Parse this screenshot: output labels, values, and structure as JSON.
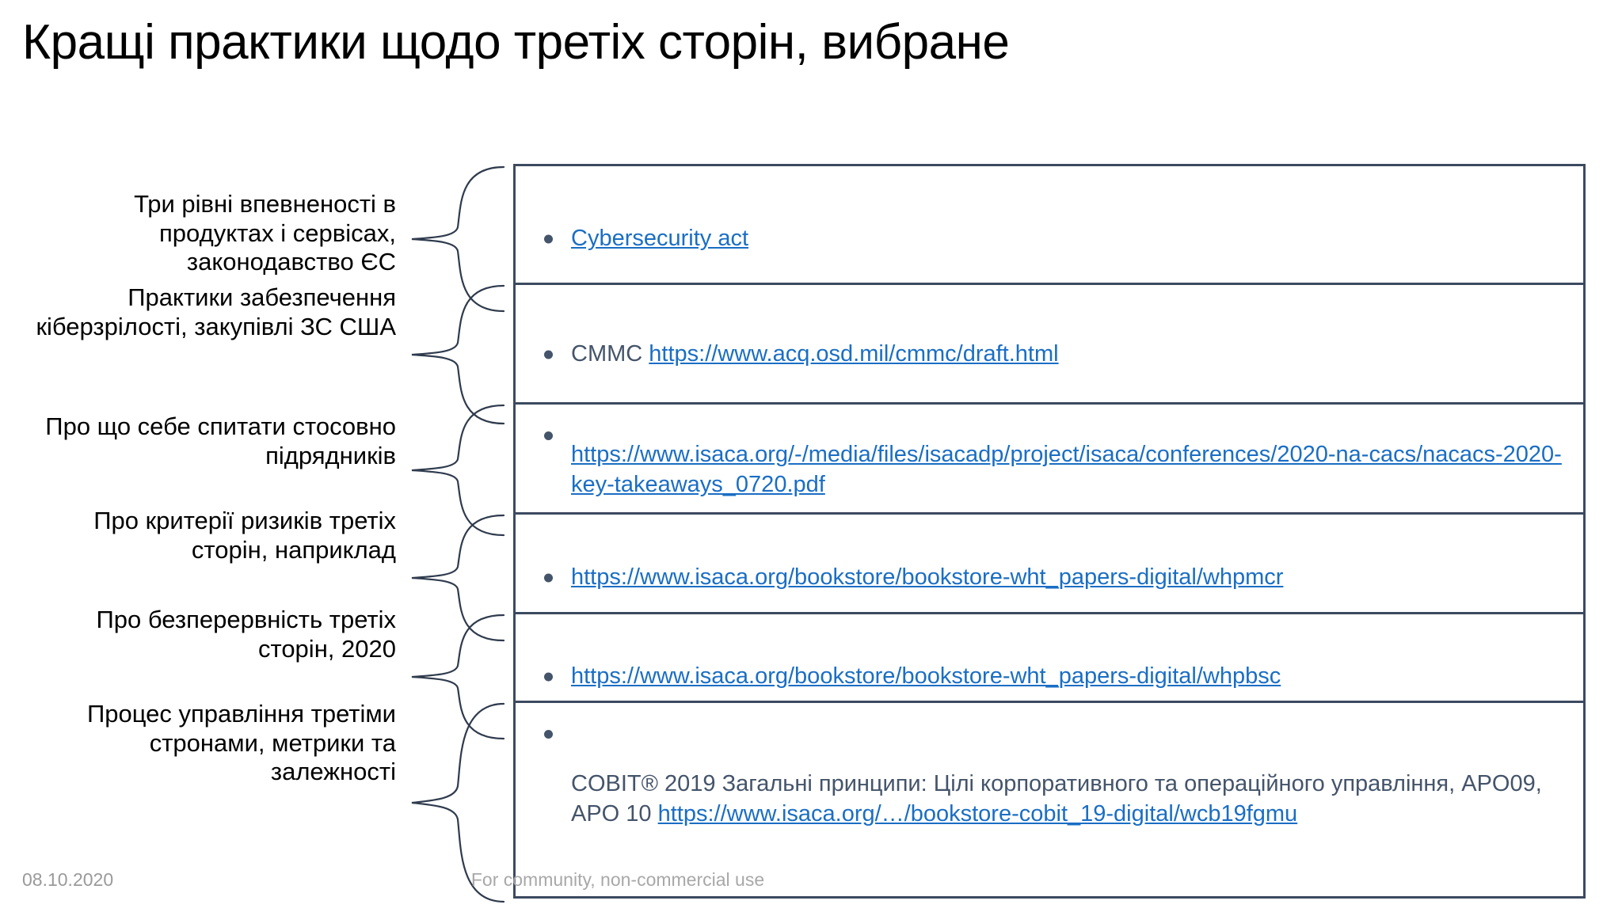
{
  "slide": {
    "title": "Кращі практики щодо третіх сторін, вибране",
    "accent_border_color": "#3c4a60",
    "link_color": "#1a6ec4",
    "body_text_color": "#44546a"
  },
  "rows": [
    {
      "caption": "Три рівні впевненості в продуктах і сервісах, законодавство ЄС",
      "items": [
        {
          "prefix": "",
          "link": "Cybersecurity act",
          "suffix": ""
        }
      ]
    },
    {
      "caption": "Практики забезпечення кіберзрілості, закупівлі ЗС США",
      "items": [
        {
          "prefix": "CMMC ",
          "link": "https://www.acq.osd.mil/cmmc/draft.html",
          "suffix": ""
        }
      ]
    },
    {
      "caption": "Про що себе спитати стосовно підрядників",
      "items": [
        {
          "prefix": "",
          "link": "https://www.isaca.org/-/media/files/isacadp/project/isaca/conferences/2020-na-cacs/nacacs-2020-key-takeaways_0720.pdf",
          "suffix": ""
        }
      ]
    },
    {
      "caption": "Про критерії ризиків третіх сторін, наприклад",
      "items": [
        {
          "prefix": "",
          "link": "https://www.isaca.org/bookstore/bookstore-wht_papers-digital/whpmcr",
          "suffix": ""
        }
      ]
    },
    {
      "caption": "Про безперервність третіх сторін, 2020",
      "items": [
        {
          "prefix": "",
          "link": "https://www.isaca.org/bookstore/bookstore-wht_papers-digital/whpbsc",
          "suffix": ""
        }
      ]
    },
    {
      "caption": "Процес управління третіми стронами, метрики та залежності",
      "items": [
        {
          "prefix": "COBIT® 2019 Загальні принципи: Цілі корпоративного та операційного управління, APO09, APO 10 ",
          "link": "https://www.isaca.org/…/bookstore-cobit_19-digital/wcb19fgmu",
          "suffix": ""
        }
      ]
    }
  ],
  "footer": {
    "date": "08.10.2020",
    "note": "For community, non-commercial use"
  }
}
